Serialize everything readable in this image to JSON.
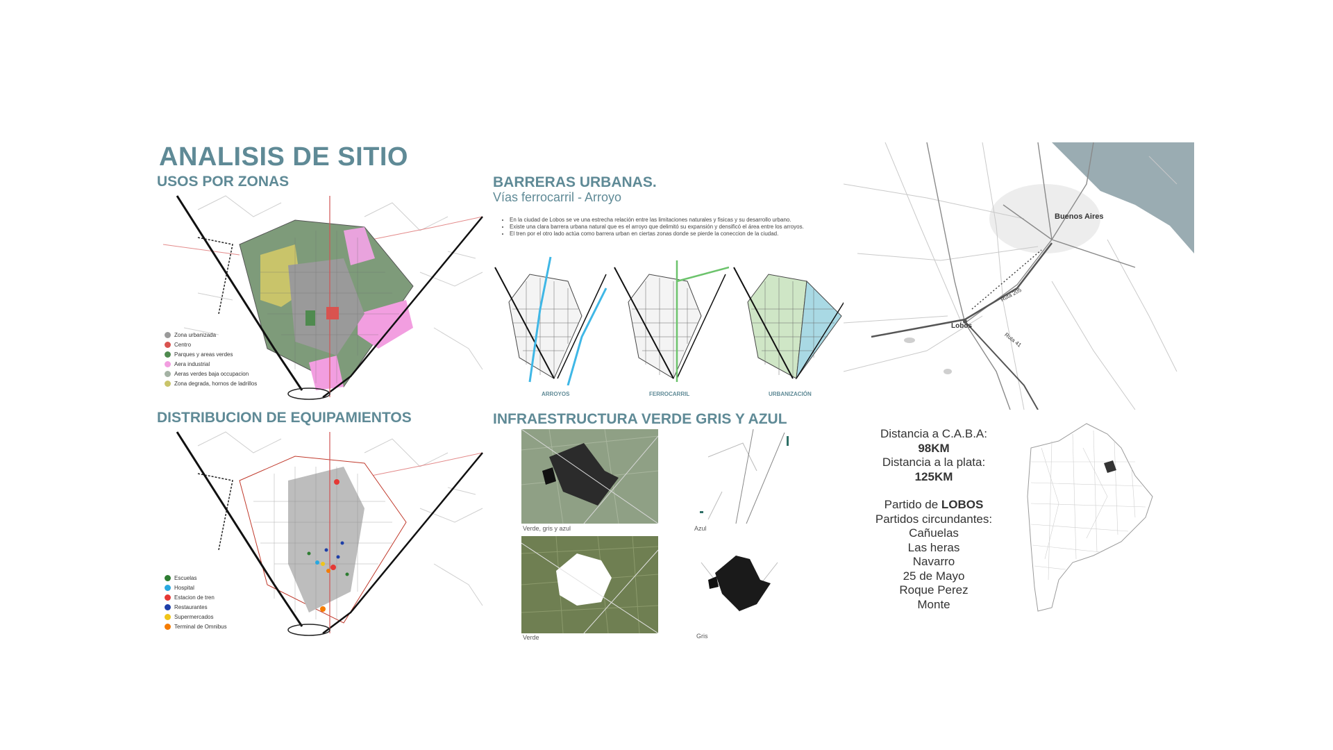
{
  "page": {
    "title": "ANALISIS DE SITIO"
  },
  "usos": {
    "title": "USOS POR ZONAS",
    "legend": [
      {
        "label": "Zona urbanizada",
        "color": "#9a9a9a"
      },
      {
        "label": "Centro",
        "color": "#d9534f"
      },
      {
        "label": "Parques y areas verdes",
        "color": "#4f8a4f"
      },
      {
        "label": "Aera industrial",
        "color": "#f29ee0"
      },
      {
        "label": "Aeras verdes baja occupacion",
        "color": "#a4b2a4"
      },
      {
        "label": "Zona degrada, hornos de ladrillos",
        "color": "#c9c46a"
      }
    ]
  },
  "barreras": {
    "title": "BARRERAS URBANAS.",
    "subtitle": "Vías ferrocarril - Arroyo",
    "bullets": [
      "En la ciudad de Lobos se ve una estrecha relación entre las limitaciones naturales y fisicas y su desarrollo urbano.",
      "Existe una clara barrera urbana natural que es el arroyo que delimitó su expansión y densificó el área entre los arroyos.",
      "El tren por el otro lado actúa como barrera urban en ciertas zonas donde se pierde la coneccion de la ciudad."
    ],
    "captions": [
      "ARROYOS",
      "FERROCARRIL",
      "URBANIZACIÓN"
    ]
  },
  "equipamientos": {
    "title": "DISTRIBUCION DE EQUIPAMIENTOS",
    "legend": [
      {
        "label": "Escuelas",
        "color": "#2e7d32"
      },
      {
        "label": "Hospital",
        "color": "#29a8e0"
      },
      {
        "label": "Estacion de tren",
        "color": "#e53935"
      },
      {
        "label": "Restaurantes",
        "color": "#1e3fa8"
      },
      {
        "label": "Supermercados",
        "color": "#f0c419"
      },
      {
        "label": "Terminal de Omnibus",
        "color": "#f57c00"
      }
    ]
  },
  "infraestructura": {
    "title": "INFRAESTRUCTURA VERDE GRIS Y AZUL",
    "captions": [
      "Verde, gris y azul",
      "Azul",
      "Verde",
      "Gris"
    ]
  },
  "region_map": {
    "labels": [
      "Buenos Aires",
      "Lobos",
      "Ruta 205",
      "Ruta 41"
    ]
  },
  "info": {
    "caba_label": "Distancia a C.A.B.A:",
    "caba_value": "98KM",
    "plata_label": "Distancia a la plata:",
    "plata_value": "125KM",
    "partido_prefix": "Partido de ",
    "partido_name": "LOBOS",
    "circundantes_label": "Partidos circundantes:",
    "circundantes": [
      "Cañuelas",
      "Las heras",
      "Navarro",
      "25 de Mayo",
      "Roque Perez",
      "Monte"
    ]
  }
}
